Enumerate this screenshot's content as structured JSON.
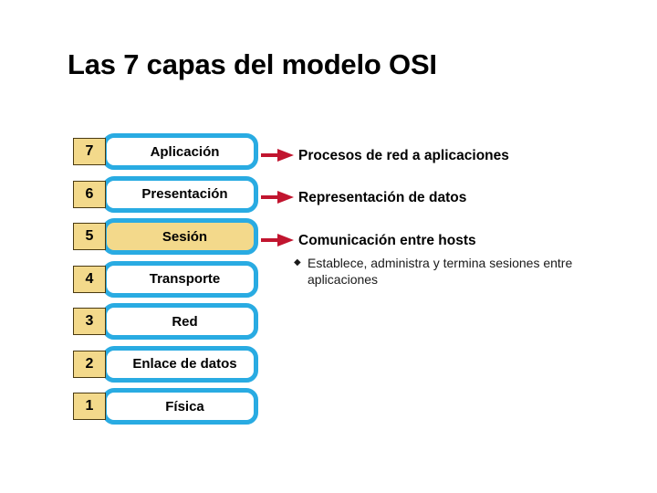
{
  "slide": {
    "title": "Las 7 capas del modelo OSI",
    "background_color": "#FFFFFF"
  },
  "colors": {
    "layer_border": "#29ABE2",
    "layer_fill": "#FFFFFF",
    "highlight_fill": "#F3D98B",
    "number_box_fill": "#F3D98B",
    "number_box_border": "#4A3A12",
    "arrow": "#C1152F",
    "text": "#000000"
  },
  "stack": {
    "layers": [
      {
        "number": "7",
        "name": "Aplicación",
        "highlighted": false
      },
      {
        "number": "6",
        "name": "Presentación",
        "highlighted": false
      },
      {
        "number": "5",
        "name": "Sesión",
        "highlighted": true
      },
      {
        "number": "4",
        "name": "Transporte",
        "highlighted": false
      },
      {
        "number": "3",
        "name": "Red",
        "highlighted": false
      },
      {
        "number": "2",
        "name": "Enlace de datos",
        "highlighted": false
      },
      {
        "number": "1",
        "name": "Física",
        "highlighted": false
      }
    ]
  },
  "callouts": [
    {
      "icon": "arrow-right-icon",
      "text": "Procesos de red a aplicaciones"
    },
    {
      "icon": "arrow-right-icon",
      "text": "Representación de datos"
    },
    {
      "icon": "arrow-right-icon",
      "text": "Comunicación entre hosts"
    }
  ],
  "sub_bullet": {
    "marker": "◆",
    "text": "Establece, administra y termina sesiones entre aplicaciones"
  }
}
